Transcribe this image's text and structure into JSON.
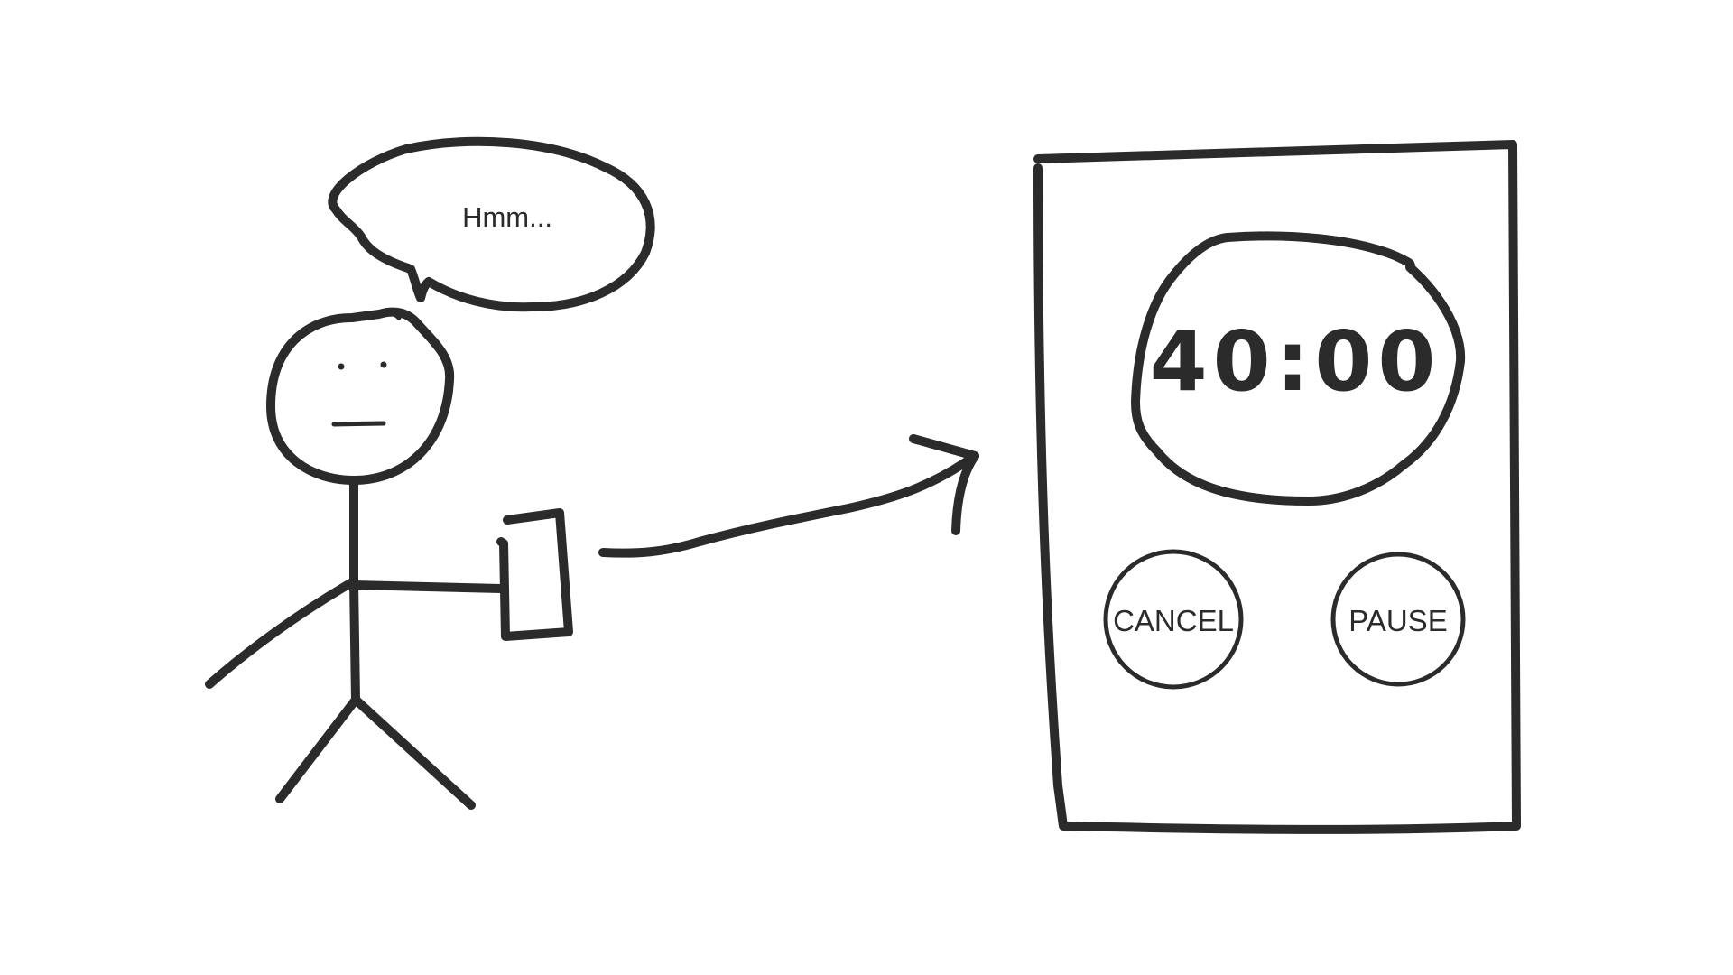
{
  "speech_bubble": {
    "text": "Hmm..."
  },
  "timer_device": {
    "display": "40:00",
    "cancel_label": "CANCEL",
    "pause_label": "PAUSE"
  },
  "colors": {
    "ink": "#2b2b2b",
    "background": "#ffffff"
  }
}
